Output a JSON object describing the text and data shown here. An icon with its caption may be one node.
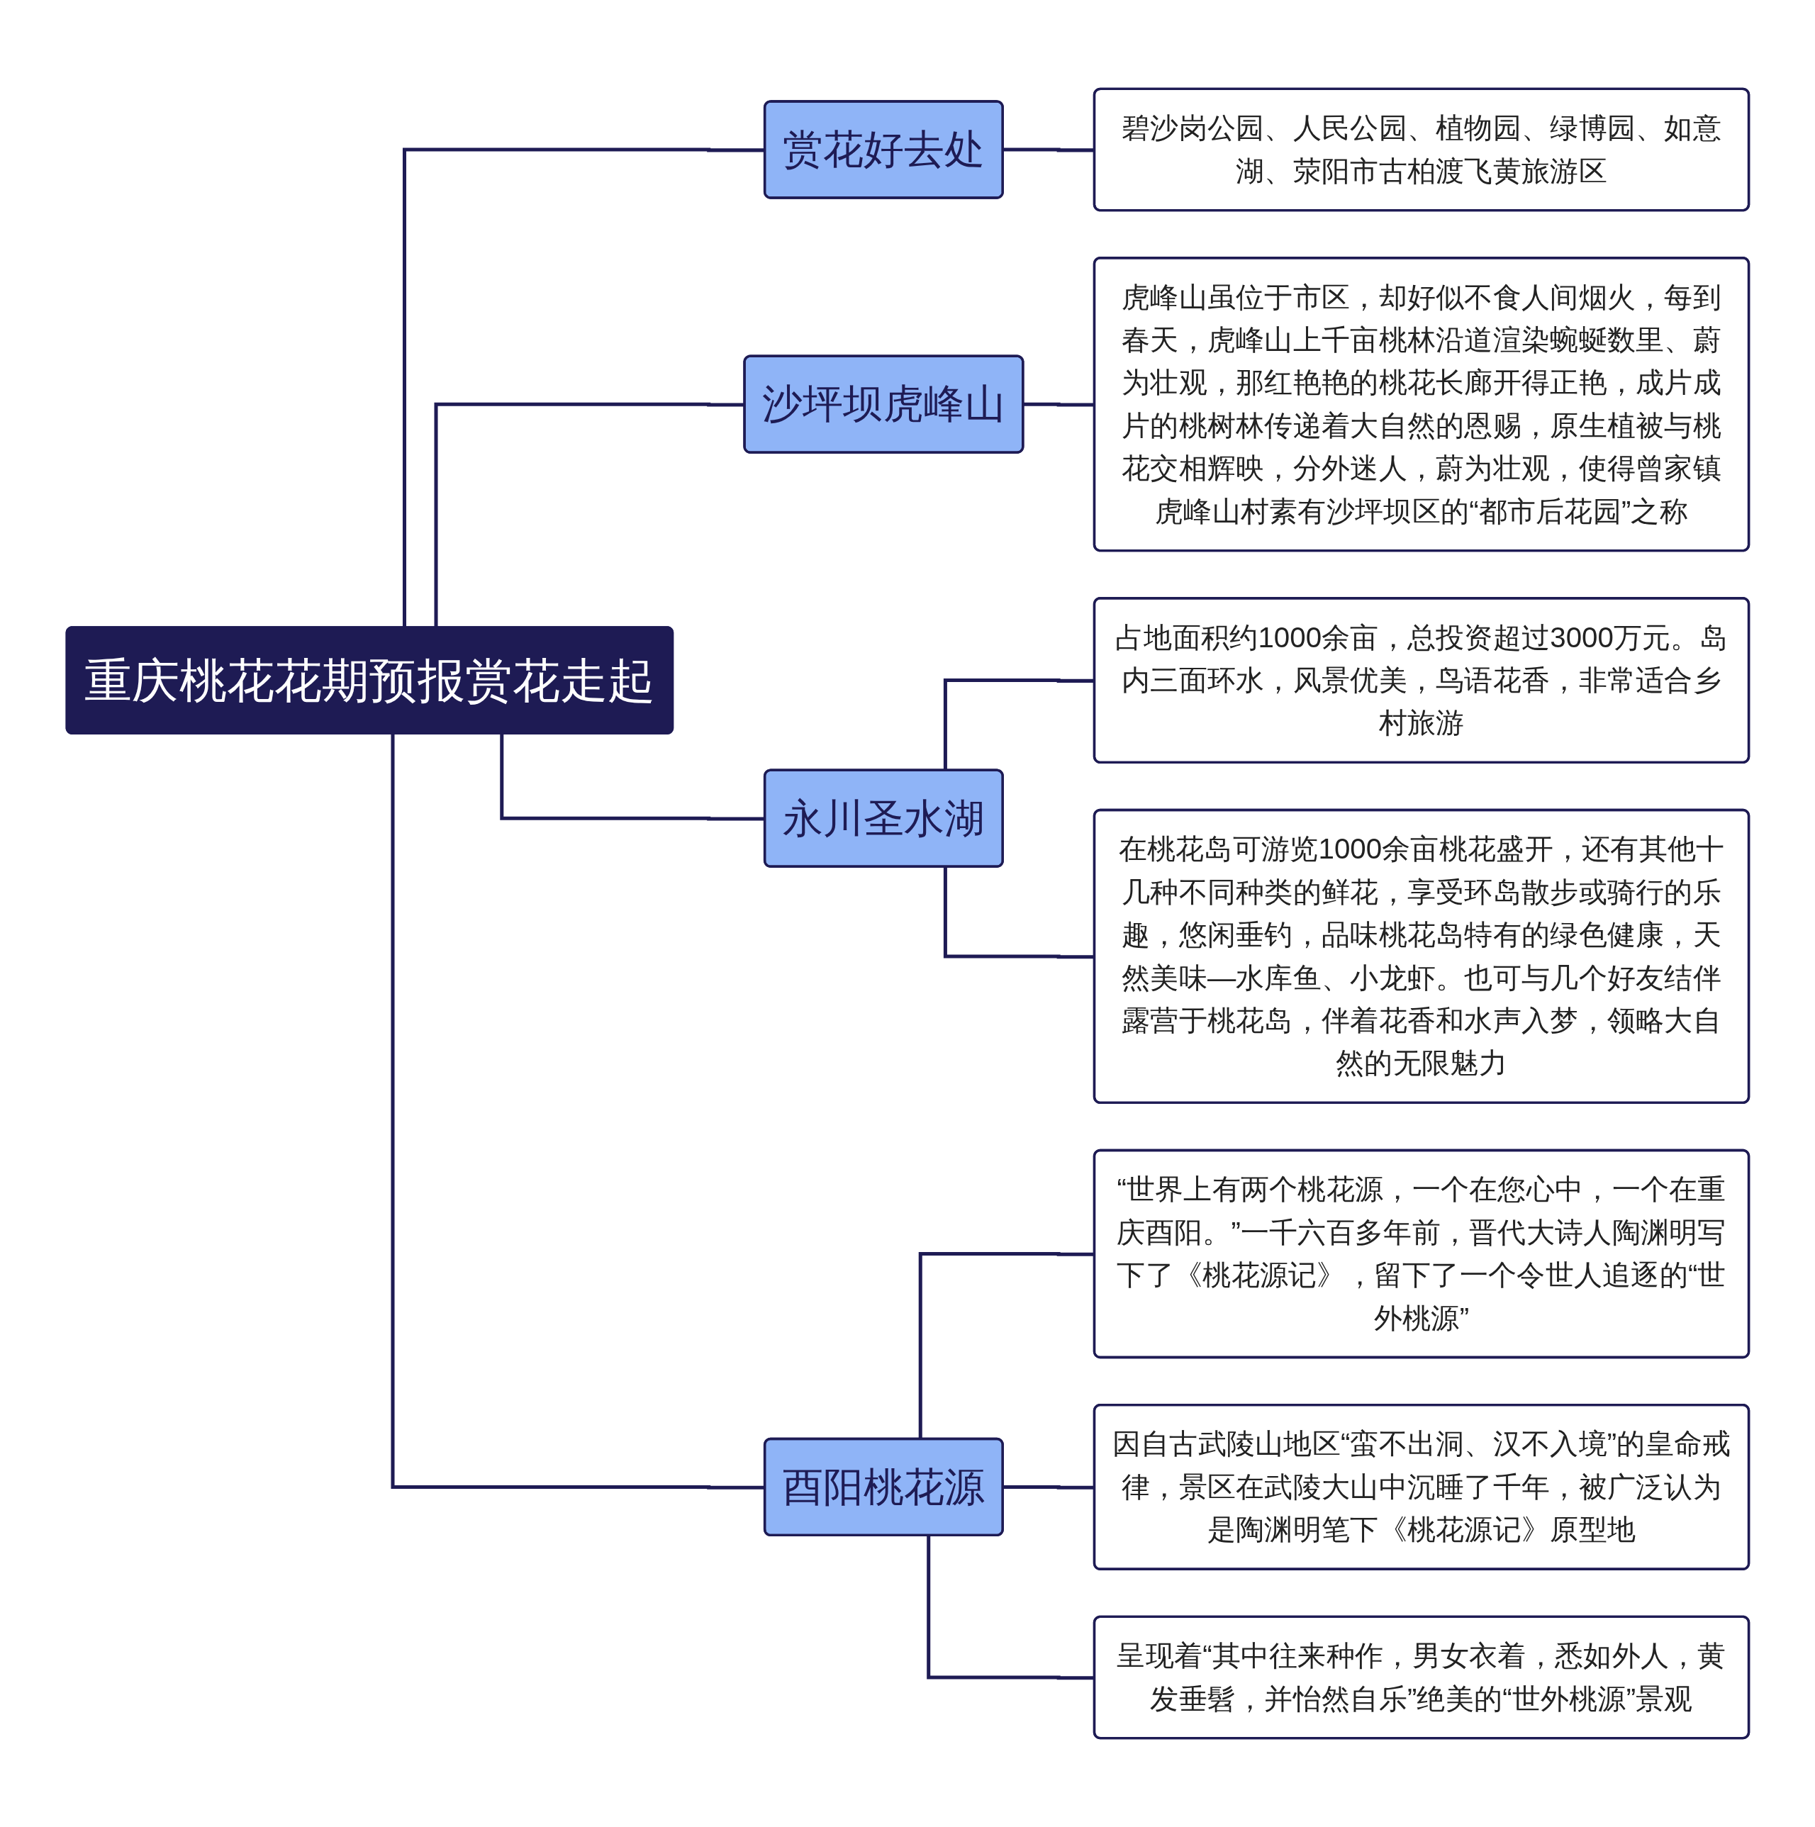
{
  "diagram": {
    "nodes": [
      {
        "text": [
          "重庆桃花花期预报赏花走起"
        ]
      },
      {
        "text": [
          "赏花好去处"
        ]
      },
      {
        "text": [
          "碧沙岗公园、人民公园、植物园、绿博园、如意湖、荥阳市古柏渡飞黄旅游区"
        ]
      },
      {
        "text": [
          "沙坪坝虎峰山"
        ]
      },
      {
        "text": [
          "虎峰山虽位于市区，却好似不食人间烟火，每到春天，虎峰山上千亩桃林沿道渲染蜿蜒数里、蔚为壮观，那红艳艳的桃花长廊开得正艳，成片成片的桃树林传递着大自然的恩赐，原生植被与桃花交相辉映，分外迷人，蔚为壮观，使得曾家镇虎峰山村素有沙坪坝区的“都市后花园”之称"
        ]
      },
      {
        "text": [
          "永川圣水湖"
        ]
      },
      {
        "text": [
          "占地面积约1000余亩，总投资超过3000万元。岛内三面环水，风景优美，鸟语花香，非常适合乡村旅游"
        ]
      },
      {
        "text": [
          "在桃花岛可游览1000余亩桃花盛开，还有其他十几种不同种类的鲜花，享受环岛散步或骑行的乐趣，悠闲垂钓，品味桃花岛特有的绿色健康，天然美味—水库鱼、小龙虾。也可与几个好友结伴露营于桃花岛，伴着花香和水声入梦，领略大自然的无限魅力"
        ]
      },
      {
        "text": [
          "酉阳桃花源"
        ]
      },
      {
        "text": [
          "“世界上有两个桃花源，一个在您心中，一个在重庆酉阳。”一千六百多年前，晋代大诗人陶渊明写下了《桃花源记》，留下了一个令世人追逐的“世外桃源”"
        ]
      },
      {
        "text": [
          "因自古武陵山地区“蛮不出洞、汉不入境”的皇命戒律，景区在武陵大山中沉睡了千年，被广泛认为是陶渊明笔下《桃花源记》原型地"
        ]
      },
      {
        "text": [
          "呈现着“其中往来种作，男女衣着，悉如外人，黄发垂髫，并怡然自乐”绝美的“世外桃源”景观"
        ]
      }
    ],
    "edges": [
      {
        "from": 0,
        "to": 1,
        "arrow": "none"
      },
      {
        "from": 1,
        "to": 2,
        "arrow": "none"
      },
      {
        "from": 0,
        "to": 3,
        "arrow": "none"
      },
      {
        "from": 3,
        "to": 4,
        "arrow": "none"
      },
      {
        "from": 0,
        "to": 5,
        "arrow": "none"
      },
      {
        "from": 5,
        "to": 6,
        "arrow": "none"
      },
      {
        "from": 5,
        "to": 7,
        "arrow": "none"
      },
      {
        "from": 0,
        "to": 8,
        "arrow": "none"
      },
      {
        "from": 8,
        "to": 9,
        "arrow": "none"
      },
      {
        "from": 8,
        "to": 10,
        "arrow": "none"
      },
      {
        "from": 8,
        "to": 11,
        "arrow": "none"
      }
    ]
  }
}
